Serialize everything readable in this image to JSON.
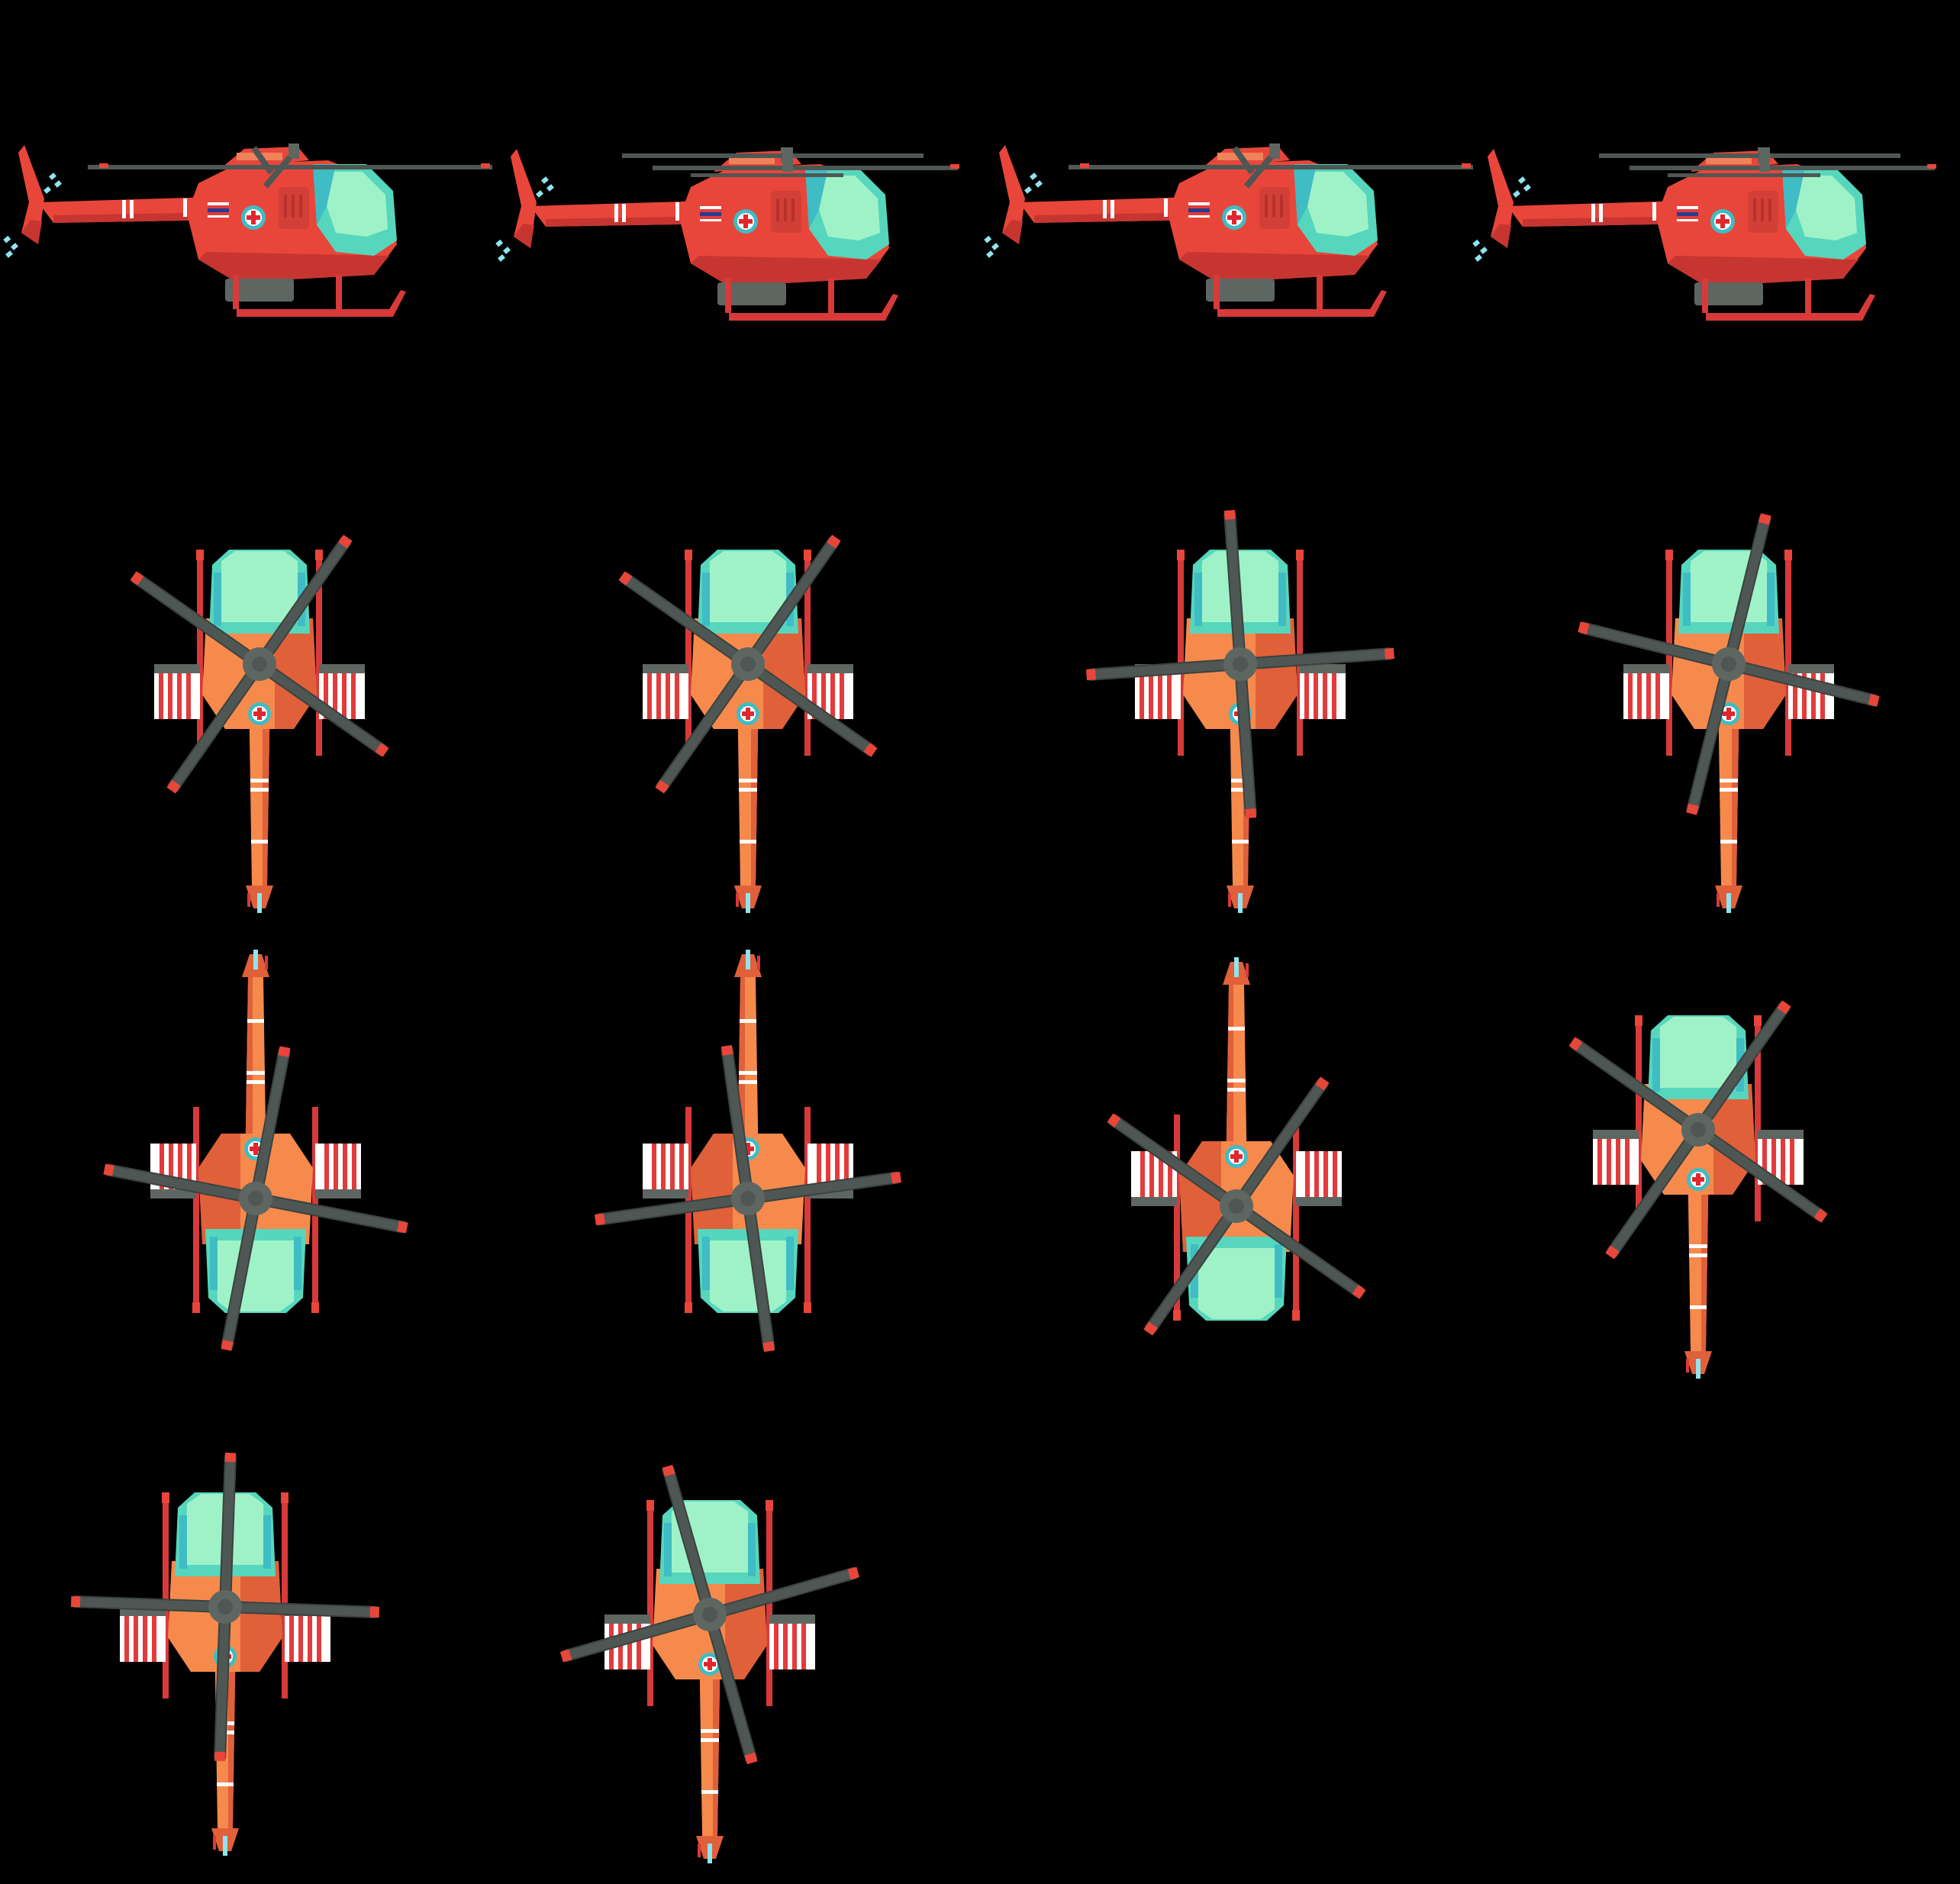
{
  "sheet": {
    "background": "#000000"
  },
  "palette": {
    "side_body": "#e8463a",
    "side_body_dark": "#c73531",
    "side_accent": "#f0825a",
    "top_body": "#f68a4c",
    "top_body_dark": "#e0603a",
    "cabin": "#9ff2c8",
    "cabin_shade": "#56d6bd",
    "cabin_edge": "#3fbcc4",
    "rotor_blade": "#4f5754",
    "rotor_blade_edge": "#3b423f",
    "rotor_tip": "#e8463a",
    "hub": "#5e6662",
    "skid": "#d83a3a",
    "stripe_white": "#ffffff",
    "stripe_red": "#e23b3b",
    "medical_cross": "#e2262e",
    "medical_ring": "#3fbcc4",
    "flag_blue": "#2a3a8f",
    "tail_rotor_blur": "#8fe4f0"
  },
  "frames": {
    "side_view": [
      {
        "frame": 1,
        "rotor_state": "blades-spread"
      },
      {
        "frame": 2,
        "rotor_state": "blades-offset"
      },
      {
        "frame": 3,
        "rotor_state": "blades-spread"
      },
      {
        "frame": 4,
        "rotor_state": "blades-offset"
      }
    ],
    "top_view": [
      {
        "frame": 1,
        "heading": "nose-up",
        "rotor_angle_deg": 35
      },
      {
        "frame": 2,
        "heading": "nose-up",
        "rotor_angle_deg": 35
      },
      {
        "frame": 3,
        "heading": "nose-up",
        "rotor_angle_deg": 88
      },
      {
        "frame": 4,
        "heading": "nose-up",
        "rotor_angle_deg": 70
      },
      {
        "frame": 5,
        "heading": "nose-down",
        "rotor_angle_deg": 75
      },
      {
        "frame": 6,
        "heading": "nose-down",
        "rotor_angle_deg": 82
      },
      {
        "frame": 7,
        "heading": "nose-down",
        "rotor_angle_deg": 35
      },
      {
        "frame": 8,
        "heading": "nose-up",
        "rotor_angle_deg": 35
      },
      {
        "frame": 9,
        "heading": "nose-up",
        "rotor_angle_deg": 88
      },
      {
        "frame": 10,
        "heading": "nose-up",
        "rotor_angle_deg": 75
      }
    ]
  }
}
